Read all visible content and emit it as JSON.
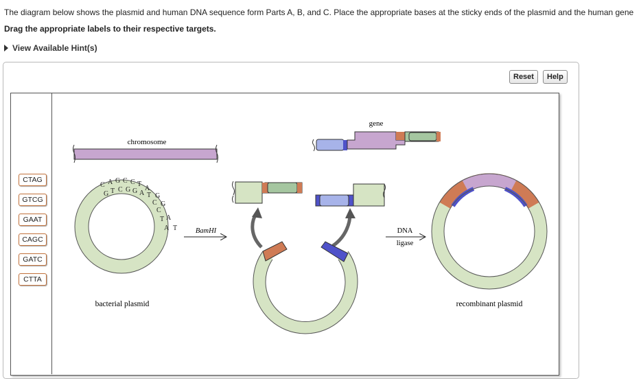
{
  "instructions": {
    "line1": "The diagram below shows the plasmid and human DNA sequence form Parts A, B, and C. Place the appropriate bases at the sticky ends of the plasmid and the human gene",
    "line2": "Drag the appropriate labels to their respective targets.",
    "hint": "View Available Hint(s)"
  },
  "toolbar": {
    "reset": "Reset",
    "help": "Help"
  },
  "labels": [
    "CTAG",
    "GTCG",
    "GAAT",
    "CAGC",
    "GATC",
    "CTTA"
  ],
  "diagram": {
    "chromosome": "chromosome",
    "gene": "gene",
    "bamhi": "BamHI",
    "dna_ligase_line1": "DNA",
    "dna_ligase_line2": "ligase",
    "bacterial_plasmid": "bacterial plasmid",
    "recombinant_plasmid": "recombinant plasmid",
    "seq_top": [
      "C",
      "A",
      "G",
      "C",
      "C",
      "T"
    ],
    "seq_bottom": [
      "G",
      "T",
      "C",
      "G",
      "G",
      "A"
    ],
    "seq_right_outer": [
      "A",
      "G",
      "G",
      "A",
      "T"
    ],
    "seq_right_inner": [
      "T",
      "C",
      "C",
      "T",
      "A"
    ]
  },
  "colors": {
    "tile_border": "#c0703a",
    "plasmid_fill": "#d6e4c4",
    "chromosome_fill": "#c7a6cf",
    "orange": "#cf7b55",
    "blue": "#4f52c9",
    "light_blue": "#a7b3e9",
    "green": "#a5c6a0"
  }
}
